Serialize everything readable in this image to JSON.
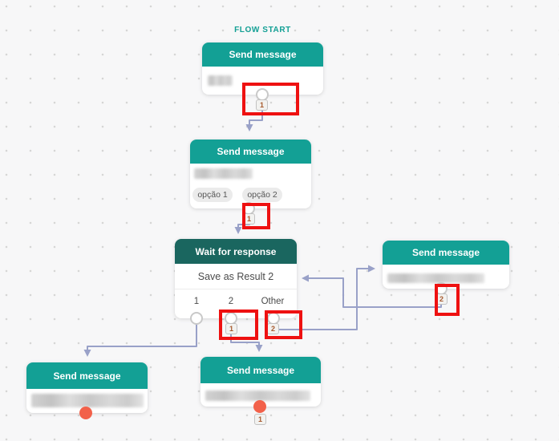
{
  "flow_start_label": "FLOW START",
  "colors": {
    "node_header_teal": "#13a095",
    "wait_header_teal": "#1a665f",
    "connector": "#99a1c8",
    "highlight_red": "#ee1111",
    "active_port_orange": "#f2614a",
    "badge_text": "#a85a2e",
    "canvas_bg": "#f7f7f8"
  },
  "nodes": [
    {
      "title": "Send message",
      "port_badge": "1"
    },
    {
      "title": "Send message",
      "buttons": [
        "opção 1",
        "opção 2"
      ],
      "port_badge": "1"
    },
    {
      "title": "Wait for response",
      "body": "Save as Result 2",
      "outputs": [
        {
          "label": "1"
        },
        {
          "label": "2",
          "badge": "1"
        },
        {
          "label": "Other",
          "badge": "2"
        }
      ]
    },
    {
      "title": "Send message",
      "port_badge": "2"
    },
    {
      "title": "Send message"
    },
    {
      "title": "Send message",
      "port_badge": "1"
    }
  ]
}
